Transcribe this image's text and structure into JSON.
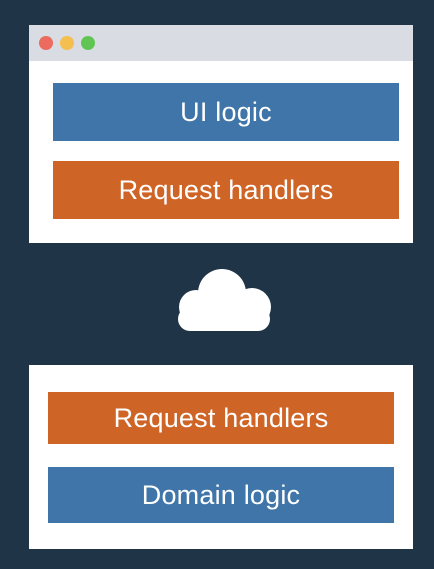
{
  "client": {
    "ui_logic": "UI logic",
    "request_handlers": "Request handlers"
  },
  "server": {
    "request_handlers": "Request handlers",
    "domain_logic": "Domain logic"
  },
  "icons": {
    "window_controls": [
      "red-dot",
      "yellow-dot",
      "green-dot"
    ],
    "network": "cloud-icon"
  },
  "colors": {
    "background": "#1f3447",
    "panel": "#ffffff",
    "titlebar": "#d9dce3",
    "blue_layer": "#3f75a8",
    "orange_layer": "#cf6427",
    "dot_red": "#ec6a5e",
    "dot_yellow": "#f4bf4f",
    "dot_green": "#61c554"
  }
}
